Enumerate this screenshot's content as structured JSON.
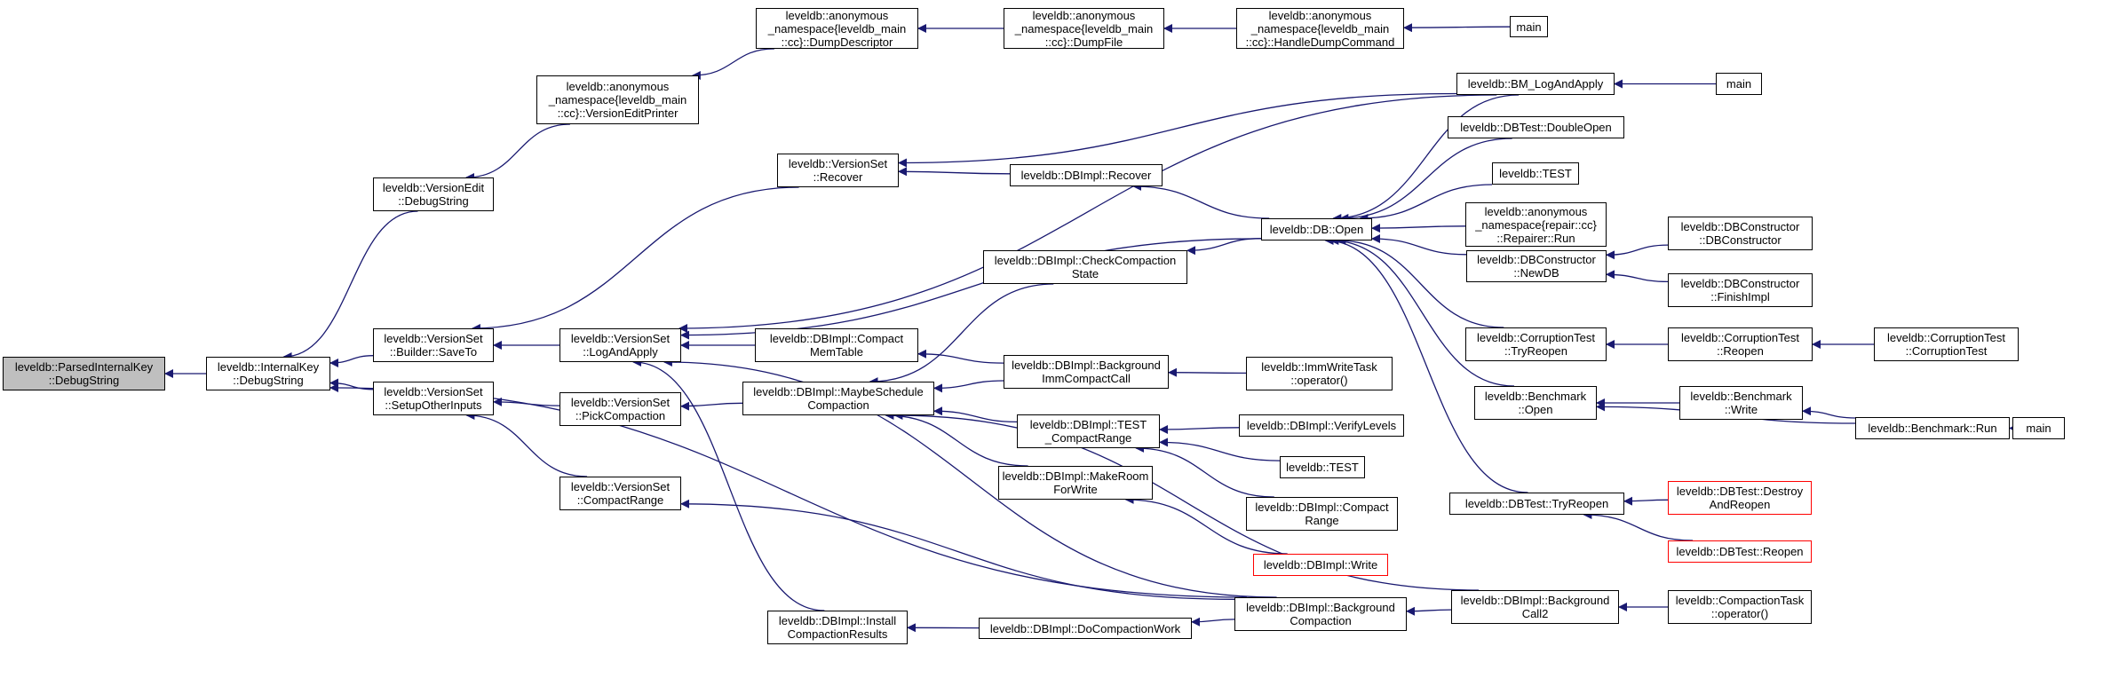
{
  "colors": {
    "edge": "#191970",
    "node_border": "#000000",
    "truncated_border": "#ff0000",
    "root_fill": "#bfbfbf"
  },
  "nodes": [
    {
      "id": "n_parsed",
      "label": "leveldb::ParsedInternalKey\n::DebugString",
      "root": true
    },
    {
      "id": "n_ikey",
      "label": "leveldb::InternalKey\n::DebugString"
    },
    {
      "id": "n_vedit",
      "label": "leveldb::VersionEdit\n::DebugString"
    },
    {
      "id": "n_saveto",
      "label": "leveldb::VersionSet\n::Builder::SaveTo"
    },
    {
      "id": "n_setupother",
      "label": "leveldb::VersionSet\n::SetupOtherInputs"
    },
    {
      "id": "n_veprinter",
      "label": "leveldb::anonymous\n_namespace{leveldb_main\n::cc}::VersionEditPrinter"
    },
    {
      "id": "n_dumpdesc",
      "label": "leveldb::anonymous\n_namespace{leveldb_main\n::cc}::DumpDescriptor"
    },
    {
      "id": "n_dumpfile",
      "label": "leveldb::anonymous\n_namespace{leveldb_main\n::cc}::DumpFile"
    },
    {
      "id": "n_handledump",
      "label": "leveldb::anonymous\n_namespace{leveldb_main\n::cc}::HandleDumpCommand"
    },
    {
      "id": "n_main1",
      "label": "main"
    },
    {
      "id": "n_vsrecover",
      "label": "leveldb::VersionSet\n::Recover"
    },
    {
      "id": "n_logapply",
      "label": "leveldb::VersionSet\n::LogAndApply"
    },
    {
      "id": "n_pickcomp",
      "label": "leveldb::VersionSet\n::PickCompaction"
    },
    {
      "id": "n_comprange_vs",
      "label": "leveldb::VersionSet\n::CompactRange"
    },
    {
      "id": "n_bmlog",
      "label": "leveldb::BM_LogAndApply"
    },
    {
      "id": "n_main2",
      "label": "main"
    },
    {
      "id": "n_dbimplrecover",
      "label": "leveldb::DBImpl::Recover"
    },
    {
      "id": "n_checkcomp",
      "label": "leveldb::DBImpl::CheckCompaction\nState"
    },
    {
      "id": "n_compmem",
      "label": "leveldb::DBImpl::Compact\nMemTable"
    },
    {
      "id": "n_bgimm",
      "label": "leveldb::DBImpl::Background\nImmCompactCall"
    },
    {
      "id": "n_maybesched",
      "label": "leveldb::DBImpl::MaybeSchedule\nCompaction"
    },
    {
      "id": "n_testcomprange",
      "label": "leveldb::DBImpl::TEST\n_CompactRange"
    },
    {
      "id": "n_makeroom",
      "label": "leveldb::DBImpl::MakeRoom\nForWrite"
    },
    {
      "id": "n_install",
      "label": "leveldb::DBImpl::Install\nCompactionResults"
    },
    {
      "id": "n_docompwork",
      "label": "leveldb::DBImpl::DoCompactionWork"
    },
    {
      "id": "n_bgcomp",
      "label": "leveldb::DBImpl::Background\nCompaction"
    },
    {
      "id": "n_dbopen",
      "label": "leveldb::DB::Open"
    },
    {
      "id": "n_doubleopen",
      "label": "leveldb::DBTest::DoubleOpen"
    },
    {
      "id": "n_test1",
      "label": "leveldb::TEST"
    },
    {
      "id": "n_repairer",
      "label": "leveldb::anonymous\n_namespace{repair::cc}\n::Repairer::Run"
    },
    {
      "id": "n_newdb",
      "label": "leveldb::DBConstructor\n::NewDB"
    },
    {
      "id": "n_dbconstructor",
      "label": "leveldb::DBConstructor\n::DBConstructor"
    },
    {
      "id": "n_finishimpl",
      "label": "leveldb::DBConstructor\n::FinishImpl"
    },
    {
      "id": "n_corrtryreopen",
      "label": "leveldb::CorruptionTest\n::TryReopen"
    },
    {
      "id": "n_corrreopen",
      "label": "leveldb::CorruptionTest\n::Reopen"
    },
    {
      "id": "n_corrtest",
      "label": "leveldb::CorruptionTest\n::CorruptionTest"
    },
    {
      "id": "n_immwrite",
      "label": "leveldb::ImmWriteTask\n::operator()"
    },
    {
      "id": "n_benchopen",
      "label": "leveldb::Benchmark\n::Open"
    },
    {
      "id": "n_benchwrite",
      "label": "leveldb::Benchmark\n::Write"
    },
    {
      "id": "n_benchrun",
      "label": "leveldb::Benchmark::Run"
    },
    {
      "id": "n_main3",
      "label": "main"
    },
    {
      "id": "n_verifylevels",
      "label": "leveldb::DBImpl::VerifyLevels"
    },
    {
      "id": "n_test2",
      "label": "leveldb::TEST"
    },
    {
      "id": "n_dbimplcomprange",
      "label": "leveldb::DBImpl::Compact\nRange"
    },
    {
      "id": "n_dbtesttryreopen",
      "label": "leveldb::DBTest::TryReopen"
    },
    {
      "id": "n_destroyreopen",
      "label": "leveldb::DBTest::Destroy\nAndReopen",
      "truncated": true
    },
    {
      "id": "n_dbtestreopen",
      "label": "leveldb::DBTest::Reopen",
      "truncated": true
    },
    {
      "id": "n_write",
      "label": "leveldb::DBImpl::Write",
      "truncated": true
    },
    {
      "id": "n_bgcall2",
      "label": "leveldb::DBImpl::Background\nCall2"
    },
    {
      "id": "n_comptask",
      "label": "leveldb::CompactionTask\n::operator()"
    }
  ],
  "edges": [
    {
      "from": "n_ikey",
      "to": "n_parsed"
    },
    {
      "from": "n_vedit",
      "to": "n_ikey"
    },
    {
      "from": "n_saveto",
      "to": "n_ikey"
    },
    {
      "from": "n_setupother",
      "to": "n_ikey"
    },
    {
      "from": "n_bgcomp",
      "to": "n_ikey"
    },
    {
      "from": "n_veprinter",
      "to": "n_vedit"
    },
    {
      "from": "n_dumpdesc",
      "to": "n_veprinter"
    },
    {
      "from": "n_dumpfile",
      "to": "n_dumpdesc"
    },
    {
      "from": "n_handledump",
      "to": "n_dumpfile"
    },
    {
      "from": "n_main1",
      "to": "n_handledump"
    },
    {
      "from": "n_vsrecover",
      "to": "n_saveto"
    },
    {
      "from": "n_logapply",
      "to": "n_saveto"
    },
    {
      "from": "n_pickcomp",
      "to": "n_setupother"
    },
    {
      "from": "n_comprange_vs",
      "to": "n_setupother"
    },
    {
      "from": "n_bmlog",
      "to": "n_vsrecover"
    },
    {
      "from": "n_dbimplrecover",
      "to": "n_vsrecover"
    },
    {
      "from": "n_bmlog",
      "to": "n_logapply"
    },
    {
      "from": "n_dbopen",
      "to": "n_logapply"
    },
    {
      "from": "n_compmem",
      "to": "n_logapply"
    },
    {
      "from": "n_install",
      "to": "n_logapply"
    },
    {
      "from": "n_bgcomp",
      "to": "n_logapply"
    },
    {
      "from": "n_maybesched",
      "to": "n_pickcomp"
    },
    {
      "from": "n_bgcomp",
      "to": "n_comprange_vs"
    },
    {
      "from": "n_main2",
      "to": "n_bmlog"
    },
    {
      "from": "n_dbopen",
      "to": "n_dbimplrecover"
    },
    {
      "from": "n_bmlog",
      "to": "n_dbopen"
    },
    {
      "from": "n_doubleopen",
      "to": "n_dbopen"
    },
    {
      "from": "n_test1",
      "to": "n_dbopen"
    },
    {
      "from": "n_repairer",
      "to": "n_dbopen"
    },
    {
      "from": "n_newdb",
      "to": "n_dbopen"
    },
    {
      "from": "n_corrtryreopen",
      "to": "n_dbopen"
    },
    {
      "from": "n_benchopen",
      "to": "n_dbopen"
    },
    {
      "from": "n_dbtesttryreopen",
      "to": "n_dbopen"
    },
    {
      "from": "n_dbopen",
      "to": "n_checkcomp"
    },
    {
      "from": "n_bgimm",
      "to": "n_compmem"
    },
    {
      "from": "n_checkcomp",
      "to": "n_maybesched"
    },
    {
      "from": "n_bgimm",
      "to": "n_maybesched"
    },
    {
      "from": "n_testcomprange",
      "to": "n_maybesched"
    },
    {
      "from": "n_makeroom",
      "to": "n_maybesched"
    },
    {
      "from": "n_bgcall2",
      "to": "n_maybesched"
    },
    {
      "from": "n_immwrite",
      "to": "n_bgimm"
    },
    {
      "from": "n_verifylevels",
      "to": "n_testcomprange"
    },
    {
      "from": "n_test2",
      "to": "n_testcomprange"
    },
    {
      "from": "n_dbimplcomprange",
      "to": "n_testcomprange"
    },
    {
      "from": "n_write",
      "to": "n_makeroom"
    },
    {
      "from": "n_docompwork",
      "to": "n_install"
    },
    {
      "from": "n_bgcomp",
      "to": "n_docompwork"
    },
    {
      "from": "n_bgcall2",
      "to": "n_bgcomp"
    },
    {
      "from": "n_comptask",
      "to": "n_bgcall2"
    },
    {
      "from": "n_dbconstructor",
      "to": "n_newdb"
    },
    {
      "from": "n_finishimpl",
      "to": "n_newdb"
    },
    {
      "from": "n_corrreopen",
      "to": "n_corrtryreopen"
    },
    {
      "from": "n_corrtest",
      "to": "n_corrreopen"
    },
    {
      "from": "n_benchwrite",
      "to": "n_benchopen"
    },
    {
      "from": "n_benchrun",
      "to": "n_benchopen"
    },
    {
      "from": "n_benchrun",
      "to": "n_benchwrite"
    },
    {
      "from": "n_main3",
      "to": "n_benchrun"
    },
    {
      "from": "n_destroyreopen",
      "to": "n_dbtesttryreopen"
    },
    {
      "from": "n_dbtestreopen",
      "to": "n_dbtesttryreopen"
    }
  ]
}
